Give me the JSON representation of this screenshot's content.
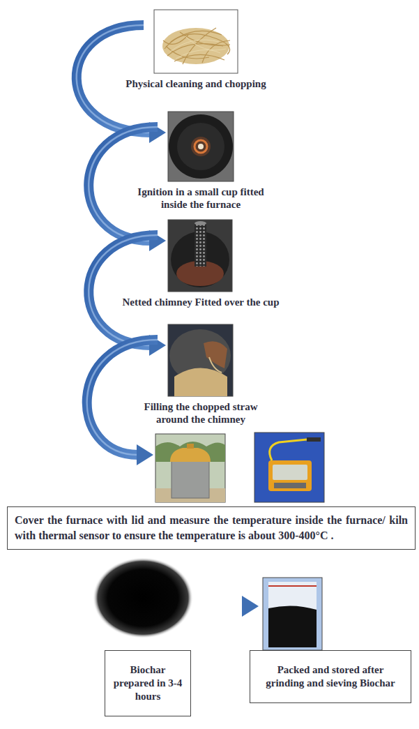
{
  "diagram": {
    "nodes": [
      {
        "text": [
          "Physical cleaning and chopping"
        ]
      },
      {
        "text": [
          "Ignition in a small cup fitted inside the furnace"
        ]
      },
      {
        "text": [
          "Netted chimney Fitted over the cup"
        ]
      },
      {
        "text": [
          "Filling the chopped straw around the chimney"
        ]
      },
      {
        "text": [
          "Cover the furnace with lid and measure the temperature inside the furnace/ kiln with thermal sensor to ensure the temperature is about 300-400°C ."
        ]
      },
      {
        "text": [
          "Biochar prepared in 3-4 hours"
        ]
      },
      {
        "text": [
          "Packed and stored after grinding and sieving Biochar"
        ]
      }
    ],
    "edges": [
      {
        "from": 0,
        "to": 1,
        "arrow": "to"
      },
      {
        "from": 1,
        "to": 2,
        "arrow": "to"
      },
      {
        "from": 2,
        "to": 3,
        "arrow": "to"
      },
      {
        "from": 3,
        "to": 4,
        "arrow": "to"
      },
      {
        "from": 5,
        "to": 6,
        "arrow": "to"
      }
    ]
  }
}
